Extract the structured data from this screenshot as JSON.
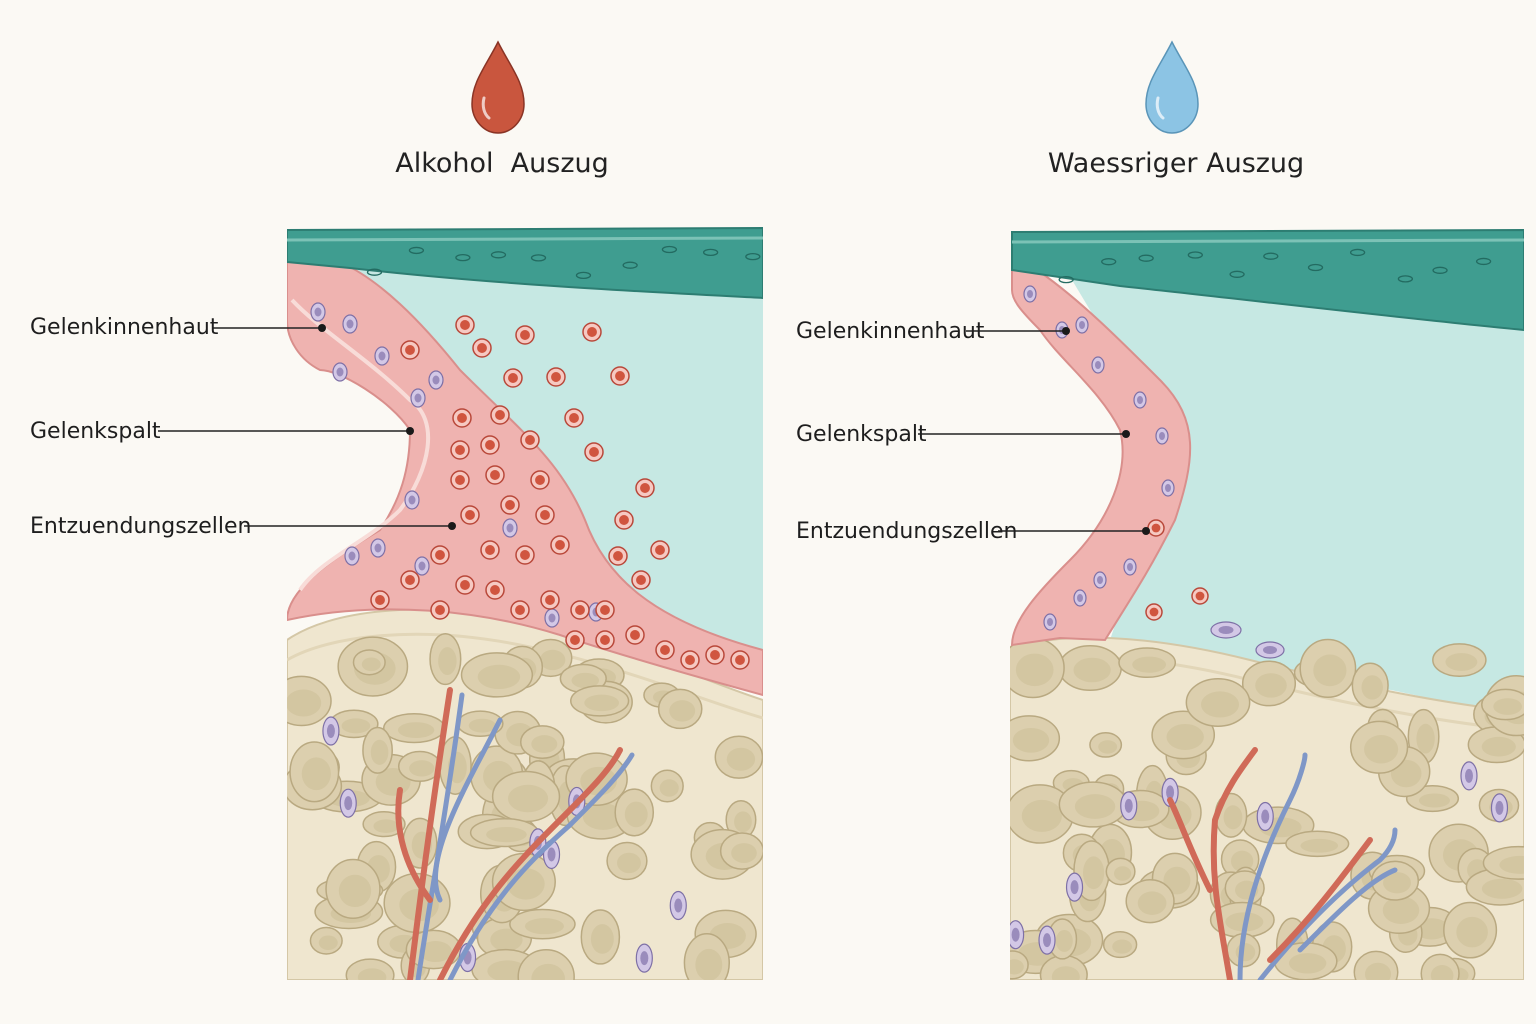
{
  "panels": [
    {
      "title": "Alkohol  Auszug",
      "drop_color": "#c9563e",
      "labels": {
        "synovium": "Gelenkinnenhaut",
        "joint_space": "Gelenkspalt",
        "inflammatory_cells": "Entzuendungszellen"
      }
    },
    {
      "title": "Waessriger Auszug",
      "drop_color": "#8cc4e4",
      "labels": {
        "synovium": "Gelenkinnenhaut",
        "joint_space": "Gelenkspalt",
        "inflammatory_cells": "Entzuendungszellen"
      }
    }
  ],
  "colors": {
    "cartilage_teal": "#3f9d90",
    "synovial_fluid": "#c6e8e3",
    "synovium_pink": "#efb3b0",
    "bone_beige": "#efe6cf",
    "red_cell": "#d0553f",
    "purple_cell": "#9a8cbc"
  }
}
